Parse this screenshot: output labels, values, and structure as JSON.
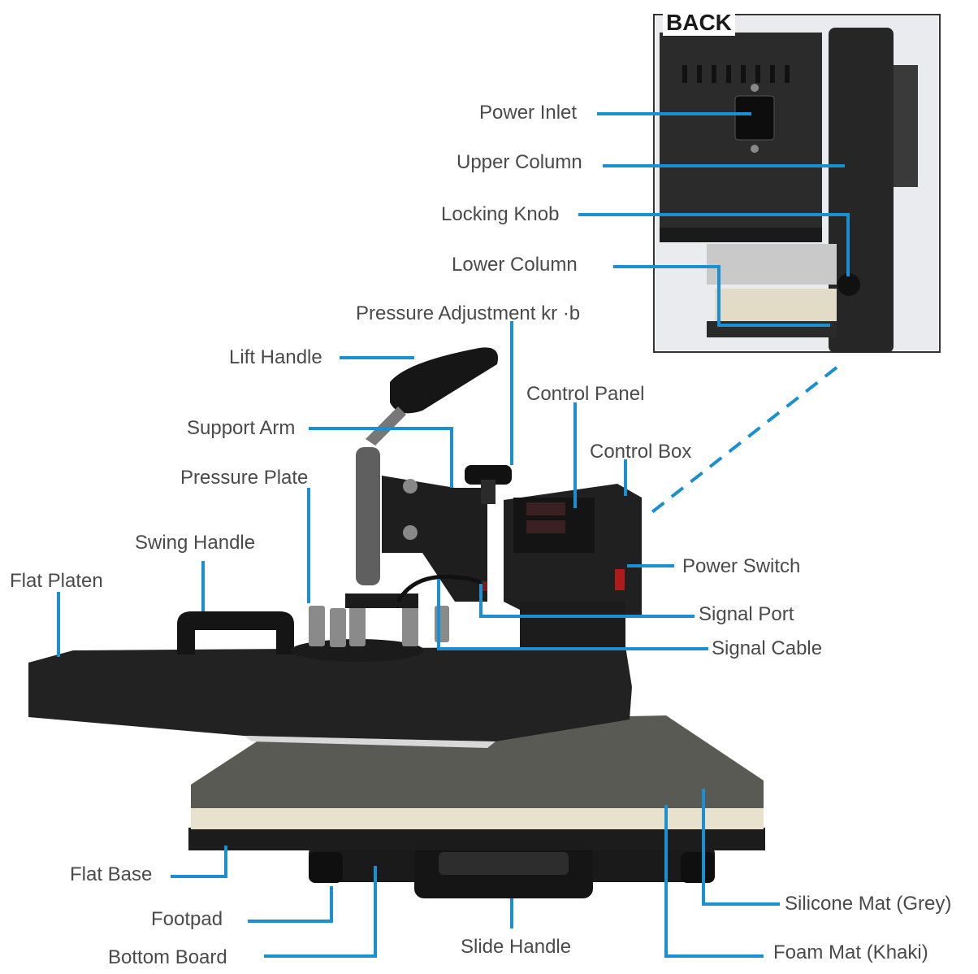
{
  "inset": {
    "title": "BACK"
  },
  "labels": {
    "power_inlet": "Power Inlet",
    "upper_column": "Upper Column",
    "locking_knob": "Locking Knob",
    "lower_column": "Lower Column",
    "pressure_adjustment_knob": "Pressure Adjustment kr ·b",
    "lift_handle": "Lift Handle",
    "control_panel": "Control Panel",
    "support_arm": "Support Arm",
    "control_box": "Control Box",
    "pressure_plate": "Pressure Plate",
    "swing_handle": "Swing Handle",
    "power_switch": "Power Switch",
    "flat_platen": "Flat Platen",
    "signal_port": "Signal Port",
    "signal_cable": "Signal Cable",
    "flat_base": "Flat Base",
    "silicone_mat": "Silicone Mat (Grey)",
    "footpad": "Footpad",
    "slide_handle": "Slide Handle",
    "foam_mat": "Foam Mat (Khaki)",
    "bottom_board": "Bottom Board"
  },
  "colors": {
    "leader": "#1a8fd1",
    "text": "#4a4a4a",
    "machine": "#1c1c1c",
    "silicone": "#5a5a55",
    "foam": "#e8e2cc"
  }
}
